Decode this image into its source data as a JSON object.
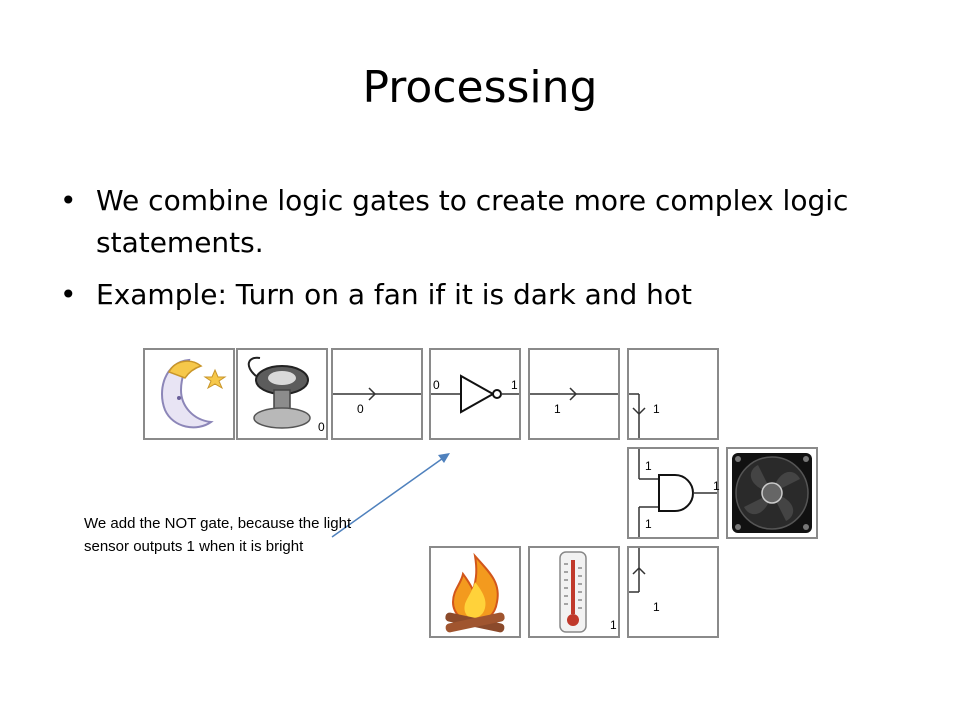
{
  "slide": {
    "title": "Processing",
    "bullets": [
      "We combine logic gates to create more complex logic statements.",
      "Example: Turn on a fan if it is dark and hot"
    ]
  },
  "circuit": {
    "light_sensor_output": "0",
    "wire1_value": "0",
    "not_gate_input": "0",
    "not_gate_output": "1",
    "wire2_value": "1",
    "corner_top_value": "1",
    "and_gate_input_a": "1",
    "and_gate_input_b": "1",
    "and_gate_output": "1",
    "temp_sensor_output": "1",
    "corner_bottom_value": "1"
  },
  "annotation": {
    "text": "We add the NOT gate, because the light sensor outputs 1 when it is bright"
  },
  "colors": {
    "arrow": "#4f81bd",
    "tile_border": "#8a8a8a"
  }
}
